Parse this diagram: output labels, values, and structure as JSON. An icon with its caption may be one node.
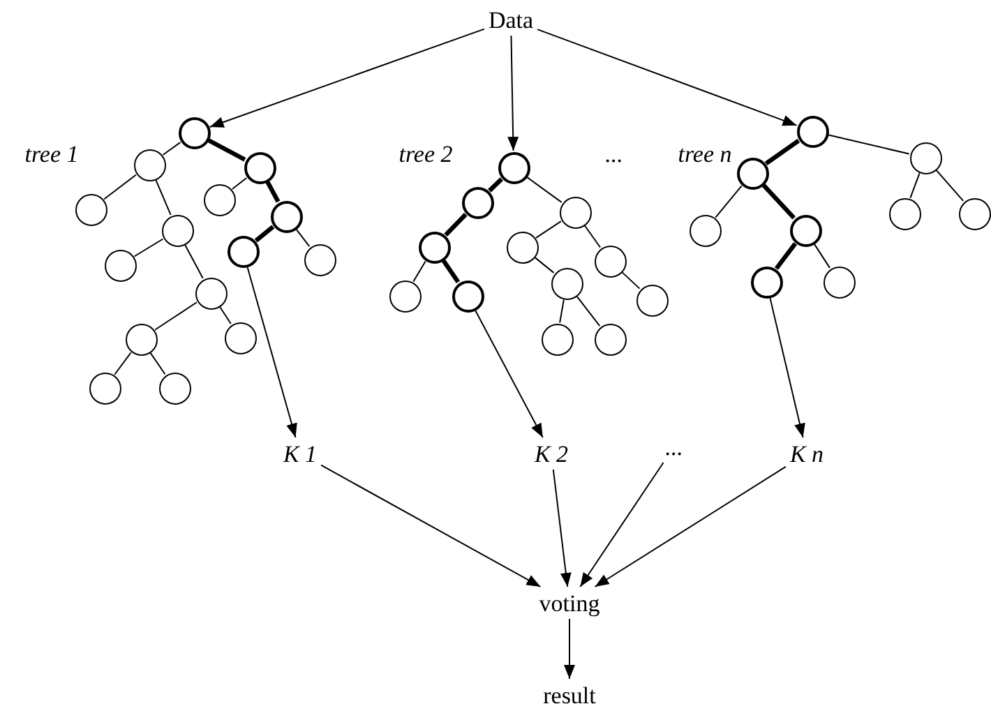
{
  "diagram": {
    "nodes": [
      {
        "text": [
          "Data"
        ]
      },
      {
        "text": [],
        "shape": "circle"
      },
      {
        "text": [],
        "shape": "circle"
      },
      {
        "text": [],
        "shape": "circle"
      },
      {
        "text": [],
        "shape": "circle"
      },
      {
        "text": [],
        "shape": "circle"
      },
      {
        "text": [],
        "shape": "circle"
      },
      {
        "text": [],
        "shape": "circle"
      },
      {
        "text": [],
        "shape": "circle"
      },
      {
        "text": [],
        "shape": "circle"
      },
      {
        "text": [],
        "shape": "circle"
      },
      {
        "text": [],
        "shape": "circle"
      },
      {
        "text": [],
        "shape": "circle"
      },
      {
        "text": [],
        "shape": "circle"
      },
      {
        "text": [],
        "shape": "circle"
      },
      {
        "text": [],
        "shape": "circle"
      },
      {
        "text": [],
        "shape": "circle"
      },
      {
        "text": [],
        "shape": "circle"
      },
      {
        "text": [],
        "shape": "circle"
      },
      {
        "text": [],
        "shape": "circle"
      },
      {
        "text": [],
        "shape": "circle"
      },
      {
        "text": [],
        "shape": "circle"
      },
      {
        "text": [],
        "shape": "circle"
      },
      {
        "text": [],
        "shape": "circle"
      },
      {
        "text": [],
        "shape": "circle"
      },
      {
        "text": [],
        "shape": "circle"
      },
      {
        "text": [],
        "shape": "circle"
      },
      {
        "text": [],
        "shape": "circle"
      },
      {
        "text": [],
        "shape": "circle"
      },
      {
        "text": [],
        "shape": "circle"
      },
      {
        "text": [],
        "shape": "circle"
      },
      {
        "text": [],
        "shape": "circle"
      },
      {
        "text": [],
        "shape": "circle"
      },
      {
        "text": [],
        "shape": "circle"
      },
      {
        "text": [],
        "shape": "circle"
      },
      {
        "text": [],
        "shape": "circle"
      },
      {
        "text": [],
        "shape": "circle"
      },
      {
        "text": [
          "K 1"
        ]
      },
      {
        "text": [
          "K 2"
        ]
      },
      {
        "text": [
          "..."
        ]
      },
      {
        "text": [
          "K n"
        ]
      },
      {
        "text": [
          "voting"
        ]
      },
      {
        "text": [
          "result"
        ]
      }
    ],
    "edges": [
      {
        "from": 0,
        "to": 1,
        "arrow": "to"
      },
      {
        "from": 0,
        "to": 16,
        "arrow": "to"
      },
      {
        "from": 0,
        "to": 28,
        "arrow": "to"
      },
      {
        "from": 1,
        "to": 2,
        "arrow": "none"
      },
      {
        "from": 1,
        "to": 3,
        "arrow": "none",
        "style": "thick"
      },
      {
        "from": 2,
        "to": 4,
        "arrow": "none"
      },
      {
        "from": 2,
        "to": 7,
        "arrow": "none"
      },
      {
        "from": 3,
        "to": 5,
        "arrow": "none"
      },
      {
        "from": 3,
        "to": 6,
        "arrow": "none",
        "style": "thick"
      },
      {
        "from": 6,
        "to": 8,
        "arrow": "none",
        "style": "thick"
      },
      {
        "from": 6,
        "to": 9,
        "arrow": "none"
      },
      {
        "from": 7,
        "to": 10,
        "arrow": "none"
      },
      {
        "from": 7,
        "to": 11,
        "arrow": "none"
      },
      {
        "from": 11,
        "to": 12,
        "arrow": "none"
      },
      {
        "from": 11,
        "to": 13,
        "arrow": "none"
      },
      {
        "from": 13,
        "to": 14,
        "arrow": "none"
      },
      {
        "from": 13,
        "to": 15,
        "arrow": "none"
      },
      {
        "from": 16,
        "to": 17,
        "arrow": "none",
        "style": "thick"
      },
      {
        "from": 16,
        "to": 18,
        "arrow": "none"
      },
      {
        "from": 17,
        "to": 19,
        "arrow": "none",
        "style": "thick"
      },
      {
        "from": 19,
        "to": 22,
        "arrow": "none"
      },
      {
        "from": 19,
        "to": 23,
        "arrow": "none",
        "style": "thick"
      },
      {
        "from": 18,
        "to": 20,
        "arrow": "none"
      },
      {
        "from": 18,
        "to": 21,
        "arrow": "none"
      },
      {
        "from": 20,
        "to": 24,
        "arrow": "none"
      },
      {
        "from": 21,
        "to": 25,
        "arrow": "none"
      },
      {
        "from": 24,
        "to": 26,
        "arrow": "none"
      },
      {
        "from": 24,
        "to": 27,
        "arrow": "none"
      },
      {
        "from": 28,
        "to": 30,
        "arrow": "none",
        "style": "thick"
      },
      {
        "from": 28,
        "to": 29,
        "arrow": "none"
      },
      {
        "from": 30,
        "to": 31,
        "arrow": "none"
      },
      {
        "from": 30,
        "to": 32,
        "arrow": "none",
        "style": "thick"
      },
      {
        "from": 32,
        "to": 33,
        "arrow": "none",
        "style": "thick"
      },
      {
        "from": 32,
        "to": 34,
        "arrow": "none"
      },
      {
        "from": 29,
        "to": 35,
        "arrow": "none"
      },
      {
        "from": 29,
        "to": 36,
        "arrow": "none"
      },
      {
        "from": 8,
        "to": 37,
        "arrow": "to"
      },
      {
        "from": 23,
        "to": 38,
        "arrow": "to"
      },
      {
        "from": 33,
        "to": 40,
        "arrow": "to"
      },
      {
        "from": 37,
        "to": 41,
        "arrow": "to"
      },
      {
        "from": 38,
        "to": 41,
        "arrow": "to"
      },
      {
        "from": 39,
        "to": 41,
        "arrow": "to"
      },
      {
        "from": 40,
        "to": 41,
        "arrow": "to"
      },
      {
        "from": 41,
        "to": 42,
        "arrow": "to"
      }
    ],
    "labels": [
      "tree 1",
      "tree 2",
      "...",
      "tree n"
    ]
  }
}
